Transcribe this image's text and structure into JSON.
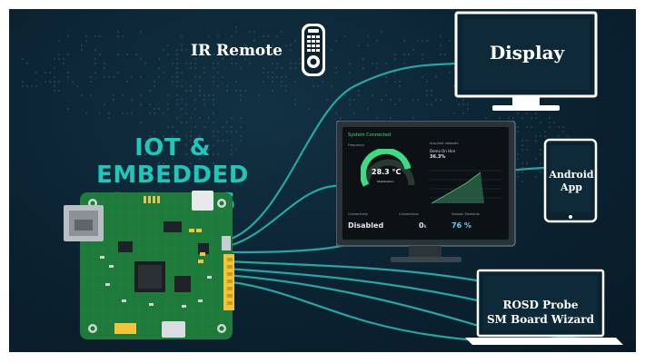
{
  "title": "IOT & EMBEDDED SYSTEMS",
  "title_lines": [
    "IOT & EMBEDDED",
    "SYSTEMS"
  ],
  "ir_remote": "IR Remote",
  "display": "Display",
  "android": [
    "Android",
    "App"
  ],
  "rosd": [
    "ROSD Probe",
    "SM Board Wizard"
  ],
  "dashboard": {
    "status": "System Connected",
    "gauge_caption": "Frequency",
    "gauge_value": "28.3 °C",
    "gauge_sub": "Stabilization",
    "right_caption": "Acquired datasets",
    "right_title": "Demo On Hire",
    "right_value": "36.3%",
    "bottom_labels": [
      "Connectivity",
      "Connections",
      "Session Elements"
    ],
    "bottom_values": [
      "Disabled",
      "0",
      "76 %"
    ],
    "bottom_units": [
      "",
      "k",
      ""
    ]
  },
  "colors": {
    "background": "#0b2231",
    "title": "#1fc7b8",
    "wire": "#26b6b0",
    "pcb": "#1e7a3a",
    "gauge": "#3ddc84"
  },
  "icons": [
    "remote-control-icon",
    "monitor-icon",
    "tablet-icon",
    "laptop-icon",
    "circuit-board-icon"
  ]
}
